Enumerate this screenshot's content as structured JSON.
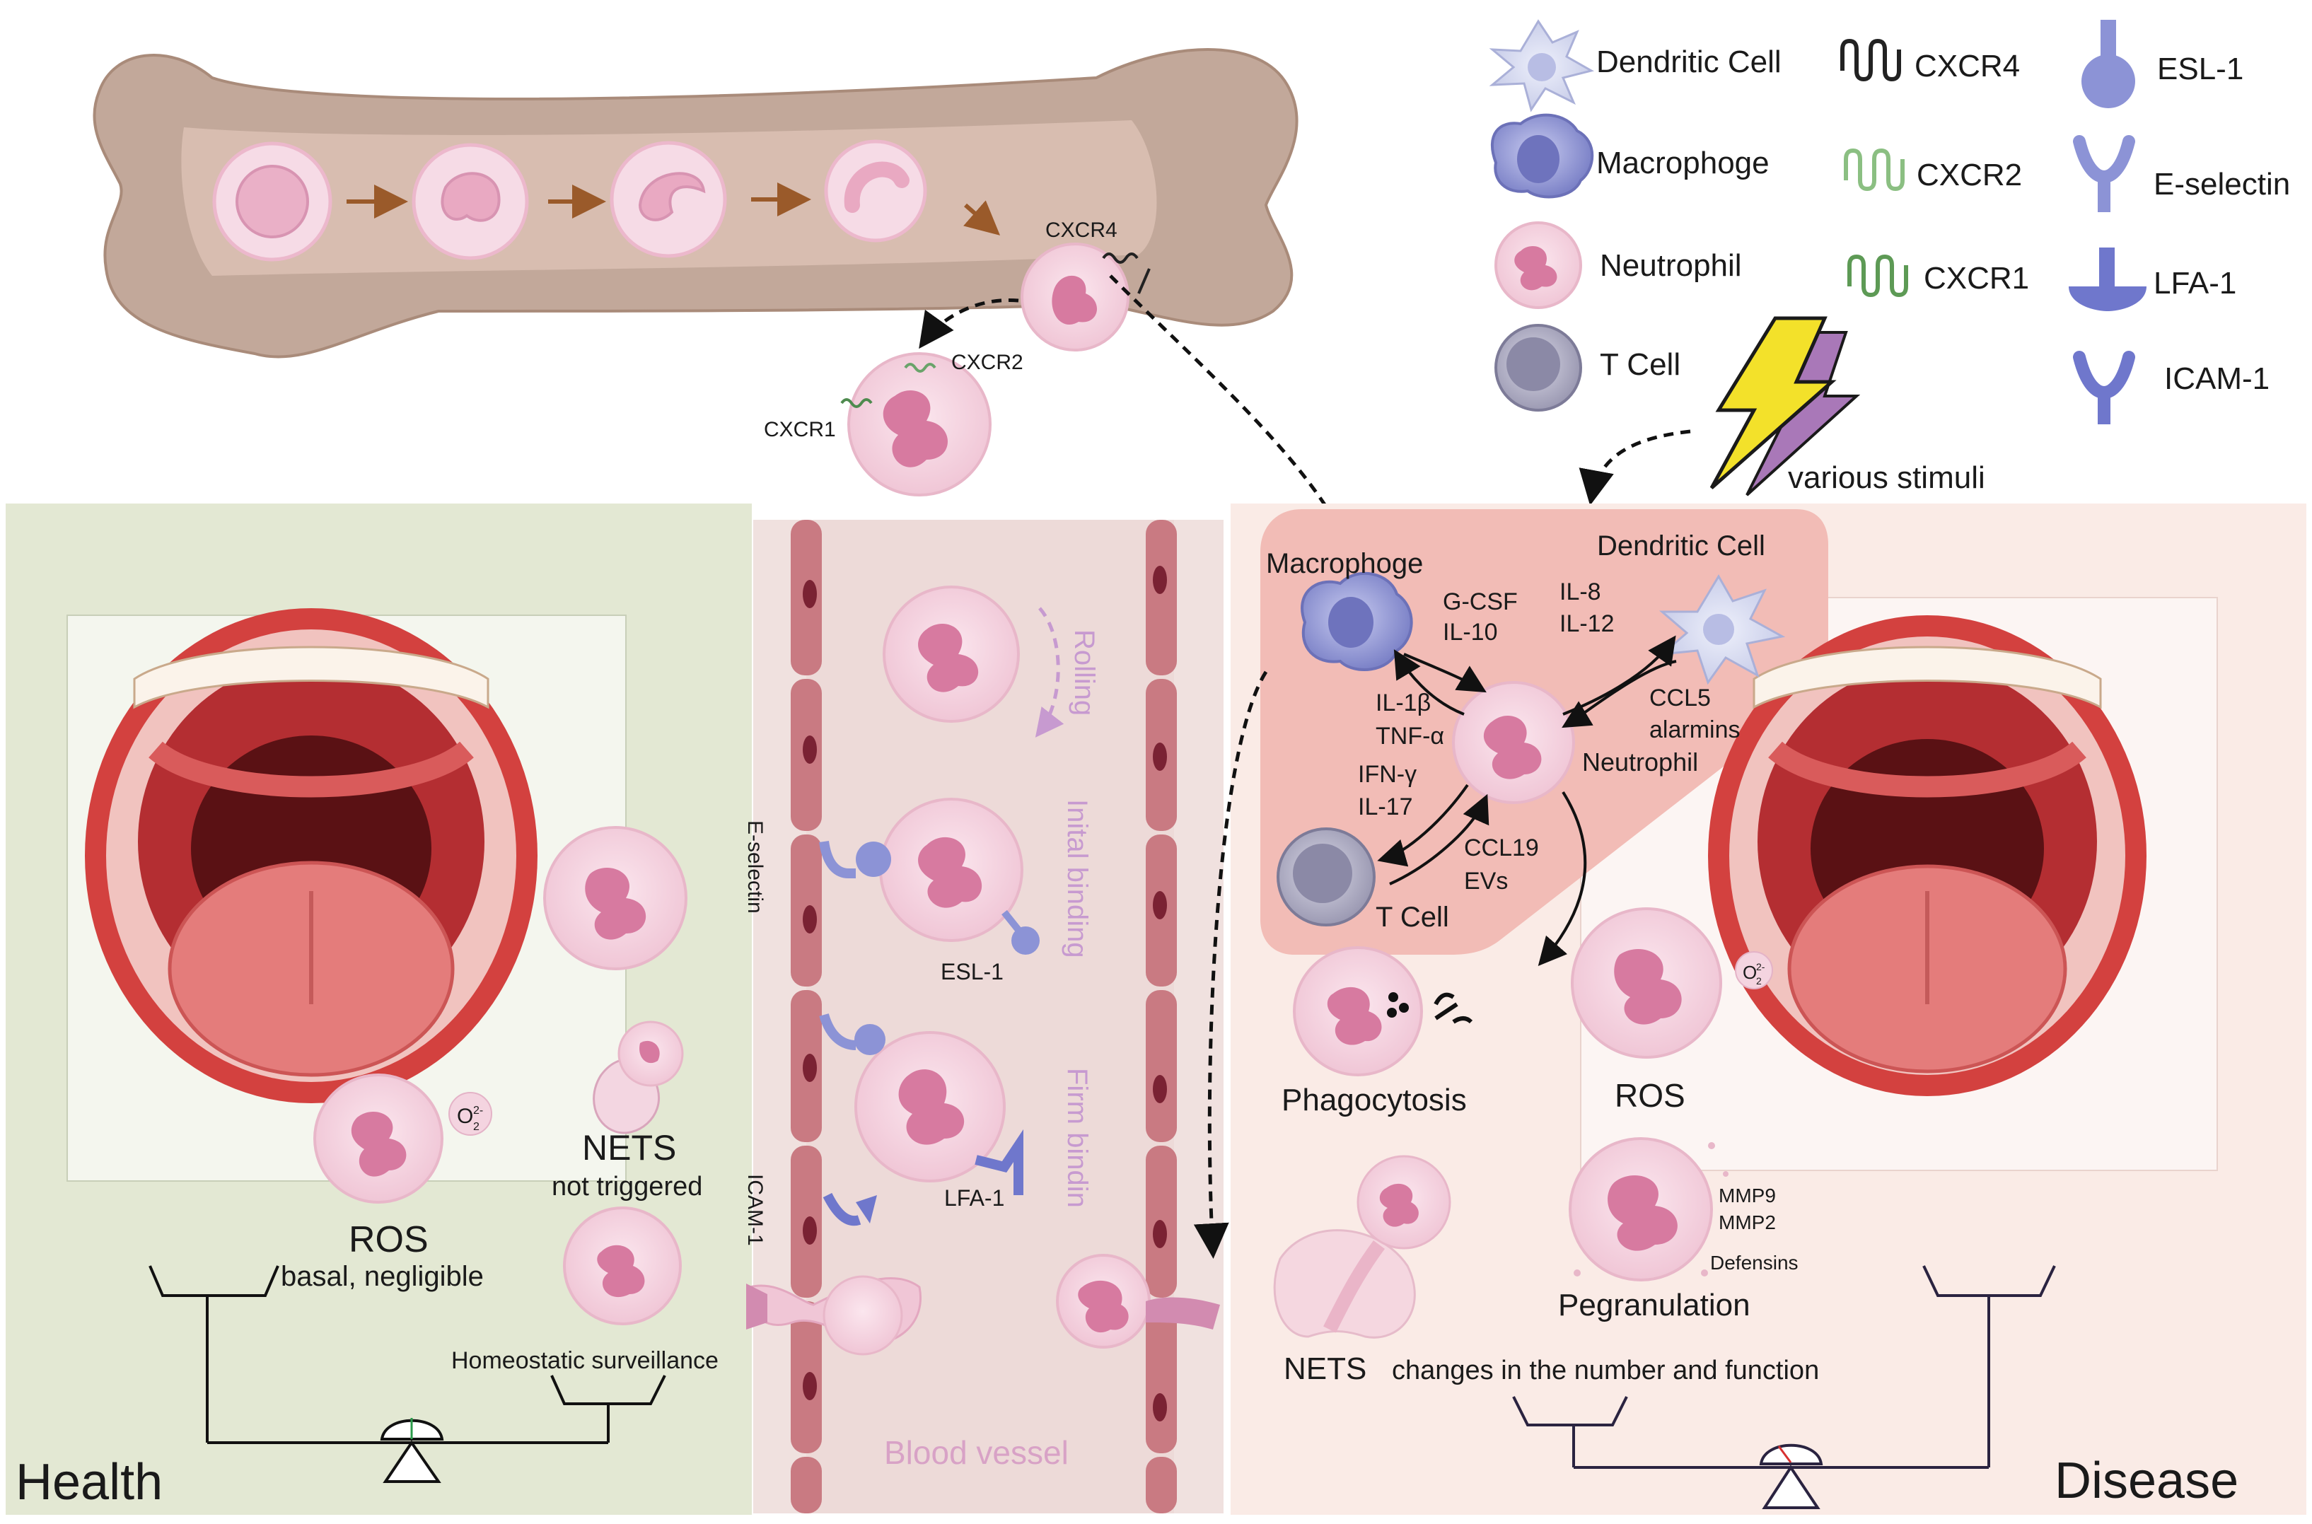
{
  "bone": {
    "cxcr4": "CXCR4",
    "cxcr2": "CXCR2",
    "cxcr1": "CXCR1"
  },
  "legend": {
    "items": [
      {
        "label": "Dendritic Cell"
      },
      {
        "label": "Macrophoge"
      },
      {
        "label": "Neutrophil"
      },
      {
        "label": "T Cell"
      },
      {
        "label": "CXCR4"
      },
      {
        "label": "CXCR2"
      },
      {
        "label": "CXCR1"
      },
      {
        "label": "ESL-1"
      },
      {
        "label": "E-selectin"
      },
      {
        "label": "LFA-1"
      },
      {
        "label": "ICAM-1"
      }
    ]
  },
  "stimuli": {
    "label": "various stimuli"
  },
  "health": {
    "title": "Health",
    "ros": "ROS",
    "ros_note": "basal, negligible",
    "nets": "NETS",
    "nets_note": "not triggered",
    "o2": "O",
    "surveillance": "Homeostatic surveillance"
  },
  "vessel": {
    "title": "Blood vessel",
    "rolling": "Rolling",
    "initial": "Inital binding",
    "firm": "Firm bindin",
    "e_selectin": "E-selectin",
    "esl1": "ESL-1",
    "icam1": "ICAM-1",
    "lfa1": "LFA-1"
  },
  "disease": {
    "title": "Disease",
    "macrophage": "Macrophoge",
    "dendritic": "Dendritic Cell",
    "neutrophil": "Neutrophil",
    "tcell": "T Cell",
    "gcsf": "G-CSF",
    "il10": "IL-10",
    "il8": "IL-8",
    "il12": "IL-12",
    "il1b": "IL-1β",
    "tnfa": "TNF-α",
    "ccl5": "CCL5",
    "alarmins": "alarmins",
    "ifng": "IFN-γ",
    "il17": "IL-17",
    "ccl19": "CCL19",
    "evs": "EVs",
    "phagocytosis": "Phagocytosis",
    "ros": "ROS",
    "o2": "O",
    "mmp9": "MMP9",
    "mmp2": "MMP2",
    "defensins": "Defensins",
    "degranulation": "Pegranulation",
    "nets": "NETS",
    "changes": "changes in the number and function"
  }
}
